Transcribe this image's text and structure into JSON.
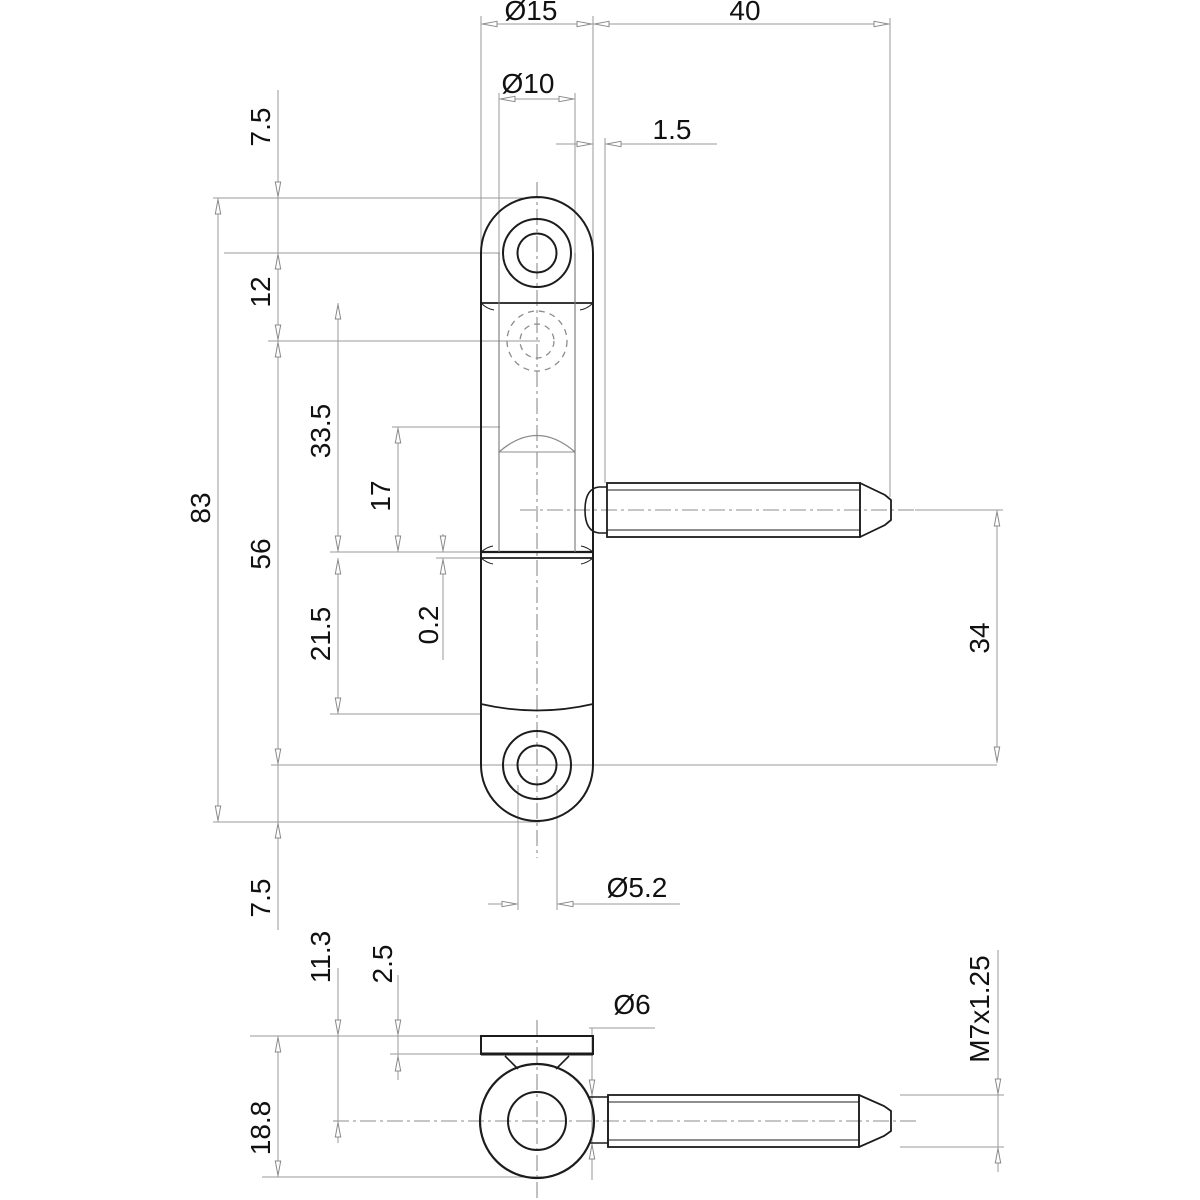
{
  "drawing": {
    "type": "technical-drawing",
    "colors": {
      "background": "#ffffff",
      "outline": "#1c1c1c",
      "dimension_lines": "#9a9a9a",
      "hidden_lines": "#8c8c8c",
      "label_text": "#111111"
    },
    "views": {
      "front": {
        "dimensions": {
          "dia15": "Ø15",
          "len40": "40",
          "dia10": "Ø10",
          "off1_5": "1.5",
          "top7_5": "7.5",
          "pitch12": "12",
          "len33_5": "33.5",
          "len17": "17",
          "total83": "83",
          "len56": "56",
          "len21_5": "21.5",
          "gap0_2": "0.2",
          "len34": "34",
          "bot7_5": "7.5",
          "dia5_2": "Ø5.2"
        }
      },
      "bottom": {
        "dimensions": {
          "len11_3": "11.3",
          "thk2_5": "2.5",
          "dia6": "Ø6",
          "thread": "M7x1.25",
          "len18_8": "18.8"
        }
      }
    }
  }
}
